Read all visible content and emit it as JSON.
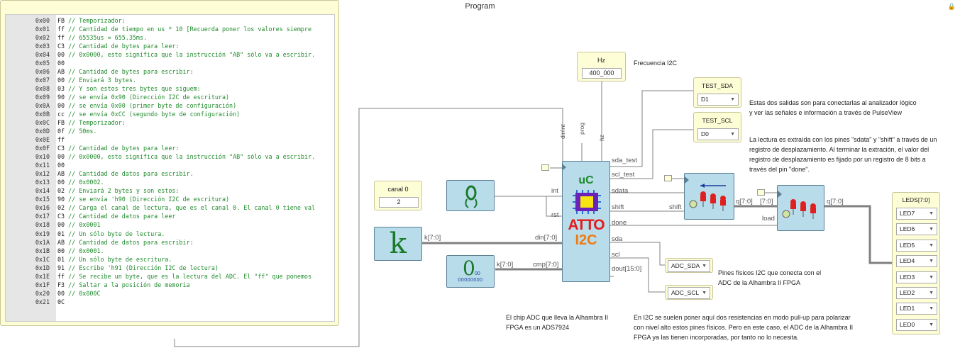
{
  "program": {
    "title": "Program",
    "rows": [
      {
        "addr": "0x00",
        "hex": "FB",
        "comment": " // Temporizador:"
      },
      {
        "addr": "0x01",
        "hex": "ff",
        "comment": " // Cantidad de tiempo en us * 10 [Recuerda poner los valores siempre"
      },
      {
        "addr": "0x02",
        "hex": "ff",
        "comment": " // 65535us = 655.35ms."
      },
      {
        "addr": "0x03",
        "hex": "C3",
        "comment": " // Cantidad de bytes para leer:"
      },
      {
        "addr": "0x04",
        "hex": "00",
        "comment": " // 0x0000, esto significa que la instrucción \"AB\" sólo va a escribir."
      },
      {
        "addr": "0x05",
        "hex": "00",
        "comment": ""
      },
      {
        "addr": "0x06",
        "hex": "AB",
        "comment": " // Cantidad de bytes para escribir:"
      },
      {
        "addr": "0x07",
        "hex": "00",
        "comment": " // Enviará 3 bytes."
      },
      {
        "addr": "0x08",
        "hex": "03",
        "comment": " // Y son estos tres bytes que siguem:"
      },
      {
        "addr": "0x09",
        "hex": "90",
        "comment": " // se envía 0x90 (Dirección I2C de escritura)"
      },
      {
        "addr": "0x0A",
        "hex": "00",
        "comment": " // se envía 0x00 (primer byte de configuración)"
      },
      {
        "addr": "0x0B",
        "hex": "cc",
        "comment": " // se envía 0xCC (segundo byte de configuración)"
      },
      {
        "addr": "0x0C",
        "hex": "FB",
        "comment": " // Temporizador:"
      },
      {
        "addr": "0x0D",
        "hex": "0f",
        "comment": " // 50ms."
      },
      {
        "addr": "0x0E",
        "hex": "ff",
        "comment": ""
      },
      {
        "addr": "0x0F",
        "hex": "C3",
        "comment": " // Cantidad de bytes para leer:"
      },
      {
        "addr": "0x10",
        "hex": "00",
        "comment": " // 0x0000, esto significa que la instrucción \"AB\" sólo va a escribir."
      },
      {
        "addr": "0x11",
        "hex": "00",
        "comment": ""
      },
      {
        "addr": "0x12",
        "hex": "AB",
        "comment": " // Cantidad de datos para escribir."
      },
      {
        "addr": "0x13",
        "hex": "00",
        "comment": " // 0x0002."
      },
      {
        "addr": "0x14",
        "hex": "02",
        "comment": " // Enviará 2 bytes y son estos:"
      },
      {
        "addr": "0x15",
        "hex": "90",
        "comment": " // se envía 'h90 (Dirección I2C de escritura)"
      },
      {
        "addr": "0x16",
        "hex": "02",
        "comment": " // Carga el canal de lectura, que es el canal 0. El canal 0 tiene val"
      },
      {
        "addr": "0x17",
        "hex": "C3",
        "comment": " // Cantidad de datos para leer"
      },
      {
        "addr": "0x18",
        "hex": "00",
        "comment": " // 0x0001"
      },
      {
        "addr": "0x19",
        "hex": "01",
        "comment": " // Un sólo byte de lectura."
      },
      {
        "addr": "0x1A",
        "hex": "AB",
        "comment": " // Cantidad de datos para escribir:"
      },
      {
        "addr": "0x1B",
        "hex": "00",
        "comment": " // 0x0001."
      },
      {
        "addr": "0x1C",
        "hex": "01",
        "comment": " // Un sólo byte de escritura."
      },
      {
        "addr": "0x1D",
        "hex": "91",
        "comment": " // Escribe 'h91 (Dirección I2C de lectura)"
      },
      {
        "addr": "0x1E",
        "hex": "ff",
        "comment": " // Se recibe un byte, que es la lectura del ADC. El \"ff\" que ponemos"
      },
      {
        "addr": "0x1F",
        "hex": "F3",
        "comment": " // Saltar a la posición de memoria"
      },
      {
        "addr": "0x20",
        "hex": "00",
        "comment": " // 0x000C"
      },
      {
        "addr": "0x21",
        "hex": "0C",
        "comment": ""
      }
    ]
  },
  "hz": {
    "title": "Hz",
    "value": "400_000",
    "note": "Frecuencia I2C"
  },
  "test_sda": {
    "title": "TEST_SDA",
    "value": "D1"
  },
  "test_scl": {
    "title": "TEST_SCL",
    "value": "D0"
  },
  "canal": {
    "title": "canal 0",
    "value": "2"
  },
  "k_block": {
    "glyph": "k",
    "port": "k[7:0]"
  },
  "zero_block": {
    "glyph": "0",
    "sub": "00",
    "bits": "00000000",
    "port": "k[7:0]"
  },
  "uc": {
    "top_labels": [
      "dir/int",
      "prog",
      "hz"
    ],
    "left_labels": [
      "int",
      "rst",
      "din[7:0]",
      "cmp[7:0]"
    ],
    "right_labels": [
      "sda_test",
      "scl_test",
      "sdata",
      "shift",
      "done",
      "sda",
      "scl",
      "dout[15:0]"
    ],
    "logo_uc": "uC",
    "logo_atto": "ATTO",
    "logo_i2c": "I2C"
  },
  "shift_reg": {
    "in": "shift",
    "out": "q[7:0]"
  },
  "out_reg": {
    "in_bus": "[7:0]",
    "load": "load",
    "out": "q[7:0]"
  },
  "adc_sda": "ADC_SDA",
  "adc_scl": "ADC_SCL",
  "leds": {
    "title": "LEDS[7:0]",
    "items": [
      "LED7",
      "LED6",
      "LED5",
      "LED4",
      "LED3",
      "LED2",
      "LED1",
      "LED0"
    ]
  },
  "notes": {
    "test_line1": "Estas dos salidas son para conectarlas al analizador lógico",
    "test_line2": "y ver las señales e información a través de PulseView",
    "shift_line1": "La lectura es extraída con los pines \"sdata\" y \"shift\" a través de un",
    "shift_line2": "registro de desplazamiento. Al terminar la extración, el valor del",
    "shift_line3": "registro de desplazamiento es fijado por un registro de 8 bits a",
    "shift_line4": "través del pin \"done\".",
    "pins_line1": "Pines físicos I2C que conecta con el",
    "pins_line2": "ADC de la Alhambra II FPGA",
    "adc_line1": "El chip ADC que lleva la Alhambra II",
    "adc_line2": "FPGA es un ADS7924",
    "pull_line1": "En I2C se suelen poner aquí dos resistencias en modo pull-up para polarizar",
    "pull_line2": "con nivel alto estos pines físicos. Pero en este caso, el ADC de la Alhambra II",
    "pull_line3": "FPGA ya las tienen incorporadas, por tanto no lo necesita."
  },
  "colors": {
    "block": "#b9dcea",
    "panel": "#fdfdd6",
    "wire": "#777777",
    "comment": "#1f8a2b",
    "led_red": "#e02020"
  }
}
